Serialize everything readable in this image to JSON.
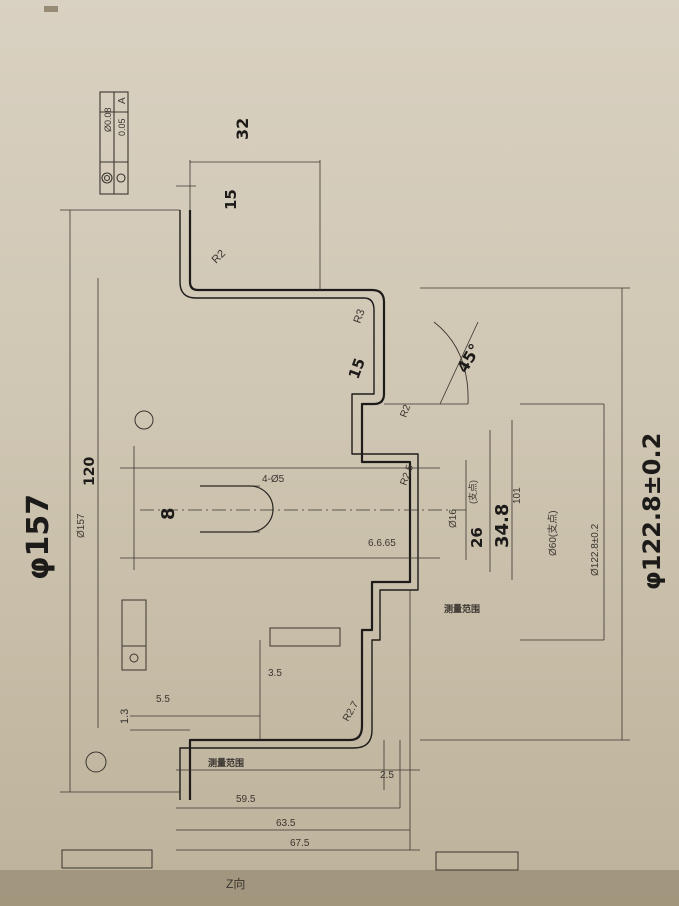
{
  "drawing": {
    "handwritten": {
      "outer_diameter": "φ157",
      "inner_diameter": "φ122.8±0.2",
      "top_width": "32",
      "flange_thickness": "15",
      "chamfer": "15",
      "angle": "45°",
      "hole_dim": "8",
      "bore_dim": "34.8",
      "bore_small": "26",
      "wall_120": "120"
    },
    "printed": {
      "radius_r2": "R2",
      "radius_r3": "R3",
      "radius_r2b": "R2",
      "radius_r25": "R2.5",
      "radius_r27": "R2.7",
      "dia_157": "Ø157",
      "dia_16": "Ø16",
      "dia_60": "Ø60(支点)",
      "dia_122": "Ø122.8±0.2",
      "dim_101": "101",
      "dim_665": "6.6.65",
      "dim_35a": "3.5",
      "dim_55": "5.5",
      "dim_13": "1.3",
      "dim_25": "2.5",
      "dim_595": "59.5",
      "dim_635": "63.5",
      "dim_675": "67.5",
      "holes": "4-Ø5",
      "datum_a": "A",
      "tol_coax": "Ø0.08",
      "tol_round": "0.05",
      "measure_range_1": "测量范围",
      "measure_range_2": "测量范围",
      "support_1": "(支点)",
      "view_label": "Z向"
    }
  }
}
